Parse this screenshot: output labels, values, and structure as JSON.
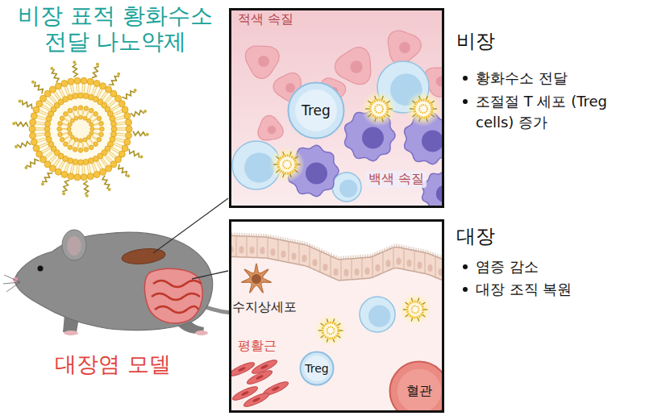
{
  "diagram": {
    "title": "비장 표적 황화수소 전달 나노약제",
    "nodes": [
      {
        "text": [
          "적색 속질",
          "백색 속질"
        ]
      },
      {
        "text": [
          "Treg"
        ],
        "in": 0
      },
      {
        "text": [
          "수지상세포",
          "평활근"
        ]
      },
      {
        "text": [
          "Treg"
        ],
        "in": 2
      },
      {
        "text": [
          "혈관"
        ],
        "in": 2
      }
    ],
    "labels": [
      "비장",
      "황화수소 전달",
      "조절절 T 세포 (Treg cells) 증가",
      "대장",
      "염증 감소",
      "대장 조직 복원",
      "대장염 모델"
    ]
  }
}
